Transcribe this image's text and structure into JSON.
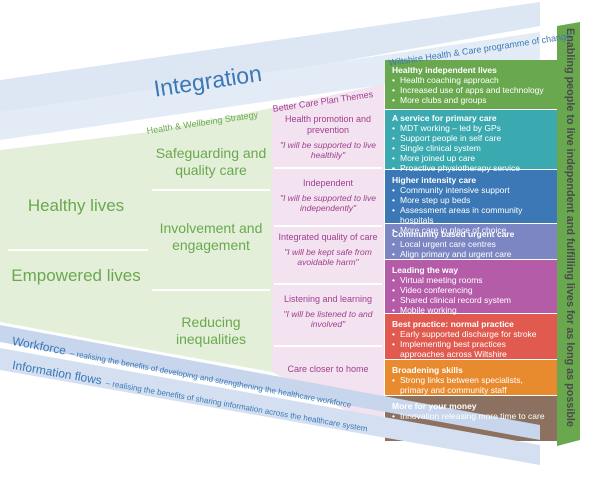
{
  "top_labels": {
    "programme": "Wiltshire Health & Care programme of change",
    "integration": "Integration",
    "strategy": "Health & Wellbeing Strategy",
    "bcp": "Better Care Plan Themes"
  },
  "left_themes": [
    "Healthy lives",
    "Empowered lives"
  ],
  "middle_themes": [
    "Safeguarding and quality care",
    "Involvement and engagement",
    "Reducing inequalities"
  ],
  "bcp_themes": [
    {
      "title": "Health promotion and prevention",
      "quote": "\"I will be supported to live healthily\""
    },
    {
      "title": "Independent",
      "quote": "\"I will be supported to live independently\""
    },
    {
      "title": "Integrated quality of care",
      "quote": "\"I will be kept safe from avoidable harm\""
    },
    {
      "title": "Listening and learning",
      "quote": "\"I will be listened to and involved\""
    },
    {
      "title": "Care closer to home",
      "quote": ""
    }
  ],
  "outcomes": [
    {
      "title": "Healthy independent lives",
      "color": "#6aa84f",
      "items": [
        "Health coaching approach",
        "Increased use of apps and technology",
        "More clubs and groups"
      ]
    },
    {
      "title": "A service for primary care",
      "color": "#3aaab0",
      "items": [
        "MDT working – led by GPs",
        "Support people in self care",
        "Single clinical system",
        "More joined up care",
        "Proactive physiotherapy service"
      ]
    },
    {
      "title": "Higher intensity care",
      "color": "#3b78b5",
      "items": [
        "Community intensive support",
        "More step up beds",
        "Assessment areas in community hospitals",
        "More care in place of choice"
      ]
    },
    {
      "title": "Community based urgent care",
      "color": "#7b86c2",
      "items": [
        "Local urgent care centres",
        "Align primary and urgent care"
      ]
    },
    {
      "title": "Leading the way",
      "color": "#b55ca8",
      "items": [
        "Virtual meeting rooms",
        "Video conferencing",
        "Shared clinical record system",
        "Mobile working"
      ]
    },
    {
      "title": "Best practice: normal practice",
      "color": "#e05a4f",
      "items": [
        "Early supported discharge for stroke",
        "Implementing best practices approaches across Wiltshire"
      ]
    },
    {
      "title": "Broadening skills",
      "color": "#e88a2e",
      "items": [
        "Strong links between specialists, primary and community staff"
      ]
    },
    {
      "title": "More for your money",
      "color": "#8c7060",
      "items": [
        "Innovation releasing more time to care"
      ]
    }
  ],
  "right_banner": "Enabling people to live independent and fulfilling lives for as long as possible",
  "workforce": {
    "title": "Workforce",
    "text": "– realising the benefits of developing and strengthening the healthcare workforce"
  },
  "information": {
    "title": "Information flows",
    "text": "– realising the benefits of sharing information across the healthcare system"
  }
}
